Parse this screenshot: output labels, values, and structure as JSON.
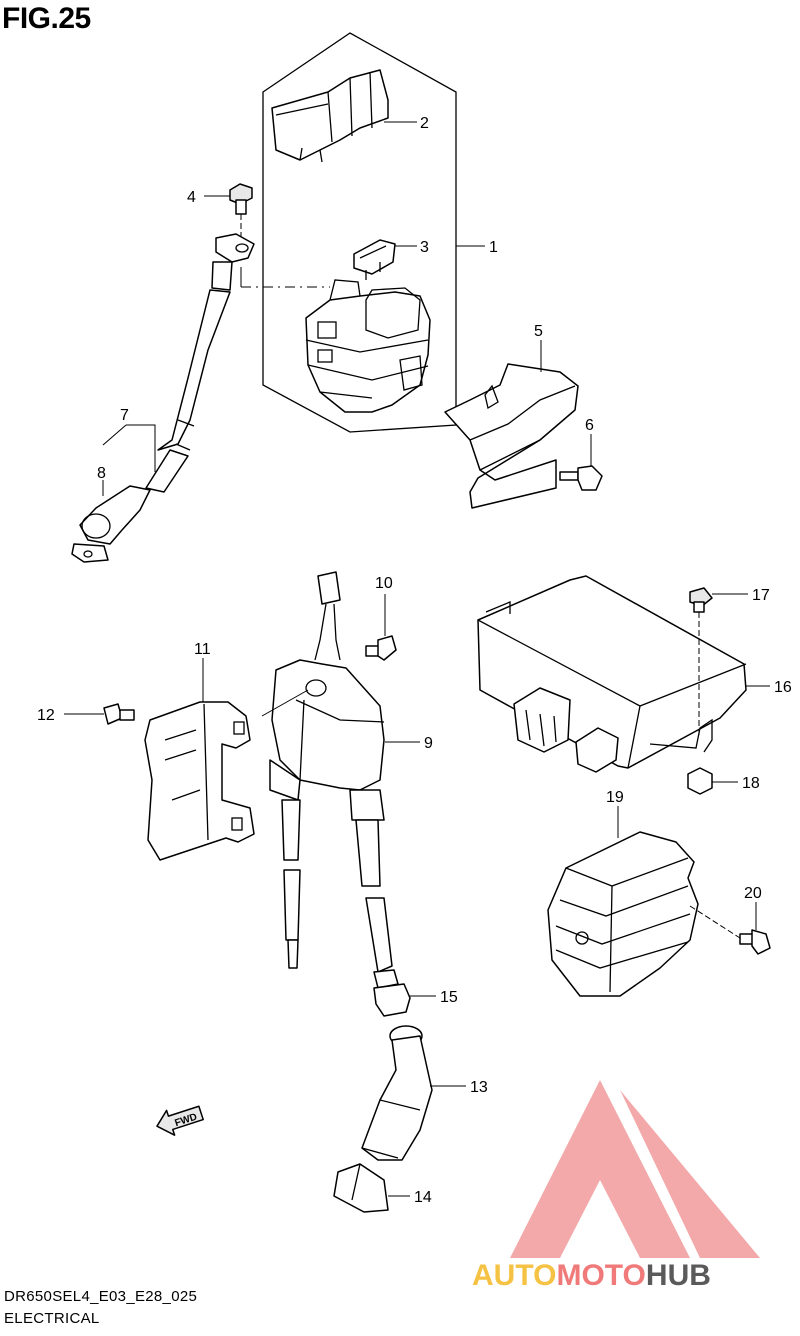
{
  "figure": {
    "title": "FIG.25",
    "code": "DR650SEL4_E03_E28_025",
    "section": "ELECTRICAL"
  },
  "callouts": [
    "1",
    "2",
    "3",
    "4",
    "5",
    "6",
    "7",
    "8",
    "9",
    "10",
    "11",
    "12",
    "13",
    "14",
    "15",
    "16",
    "17",
    "18",
    "19",
    "20"
  ],
  "arrow": {
    "label": "FWD"
  },
  "watermark": {
    "part1": "AUTO",
    "part2": "MOTO",
    "part3": "HUB",
    "colors": {
      "auto": "#f5c243",
      "moto": "#f07a7a",
      "hub": "#5a5a5a",
      "logo": "#f29b9b"
    }
  }
}
